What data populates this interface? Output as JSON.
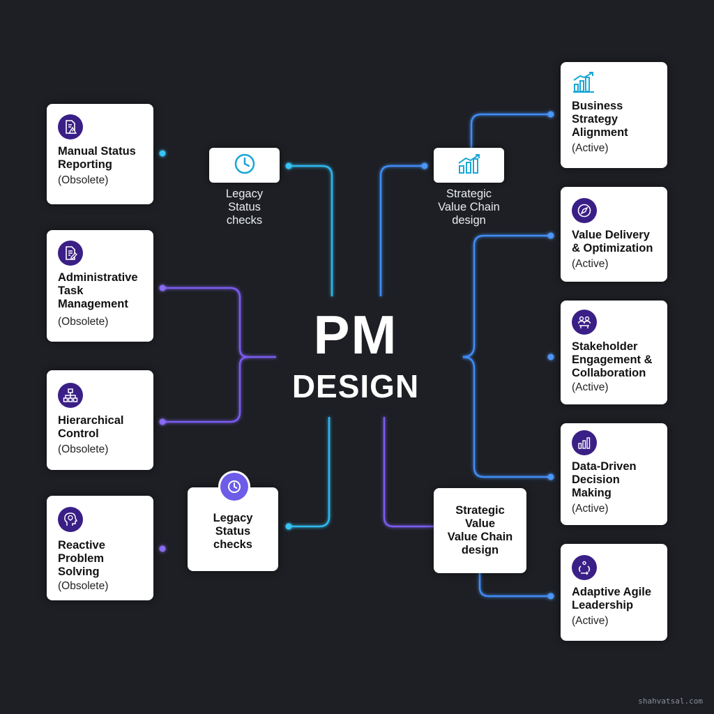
{
  "center": {
    "line1": "PM",
    "line2": "DESIGN"
  },
  "hubs": {
    "legacy_top": {
      "label": "Legacy\nStatus\nchecks",
      "icon": "clock-icon"
    },
    "strategic_top": {
      "label": "Strategic\nValue Chain\ndesign",
      "icon": "growth-chart-icon"
    },
    "legacy_bottom": {
      "label": "Legacy\nStatus\nchecks",
      "icon": "clock-icon"
    },
    "strategic_bottom": {
      "label": "Strategic\nValue\nValue Chain\ndesign"
    }
  },
  "obsolete_items": [
    {
      "title": "Manual Status\nReporting",
      "status": "(Obsolete)",
      "icon": "report-warning-icon"
    },
    {
      "title": "Administrative\nTask\nManagement",
      "status": "(Obsolete)",
      "icon": "task-document-icon"
    },
    {
      "title": "Hierarchical\nControl",
      "status": "(Obsolete)",
      "icon": "org-chart-icon"
    },
    {
      "title": "Reactive\nProblem\nSolving",
      "status": "(Obsolete)",
      "icon": "head-lightbulb-icon"
    }
  ],
  "active_items": [
    {
      "title": "Business\nStrategy\nAlignment",
      "status": "(Active)",
      "icon": "bar-chart-growth-icon"
    },
    {
      "title": "Value Delivery\n& Optimization",
      "status": "(Active)",
      "icon": "compass-icon"
    },
    {
      "title": "Stakeholder\nEngagement &\nCollaboration",
      "status": "(Active)",
      "icon": "people-group-icon"
    },
    {
      "title": "Data-Driven\nDecision\nMaking",
      "status": "(Active)",
      "icon": "bar-chart-icon"
    },
    {
      "title": "Adaptive Agile\nLeadership",
      "status": "(Active)",
      "icon": "agile-cycle-icon"
    }
  ],
  "colors": {
    "background": "#1d1f24",
    "badge": "#3a1f86",
    "wire_cyan": "#2fb8ee",
    "wire_blue": "#3f8cf5",
    "wire_violet": "#7b5cf0",
    "hub_icon": "#1aa7d6"
  },
  "watermark": "shahvatsal.com"
}
